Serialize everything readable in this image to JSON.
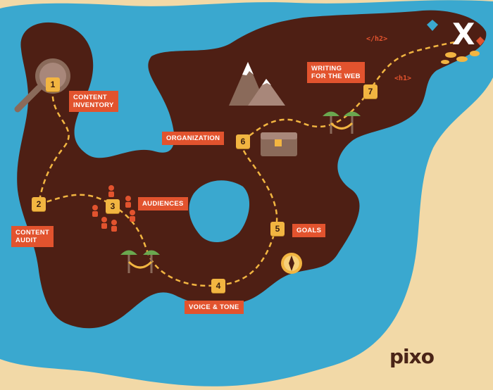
{
  "map": {
    "colors": {
      "sand": "#f2d9a7",
      "water": "#3aa8cf",
      "land": "#4e1f14",
      "path": "#f2b541",
      "label_bg": "#e2532e",
      "label_text": "#ffffff"
    },
    "steps": [
      {
        "number": "1",
        "label": "Content\nInventory"
      },
      {
        "number": "2",
        "label": "Content\nAudit"
      },
      {
        "number": "3",
        "label": "Audiences"
      },
      {
        "number": "4",
        "label": "Voice & Tone"
      },
      {
        "number": "5",
        "label": "Goals"
      },
      {
        "number": "6",
        "label": "Organization"
      },
      {
        "number": "7",
        "label": "Writing\nfor the web"
      }
    ],
    "code_tags": [
      "</h2>",
      "<h1>"
    ],
    "treasure_mark": "X",
    "icons": [
      "magnifier-icon",
      "people-icon",
      "hammock-icon",
      "compass-icon",
      "treasure-chest-icon",
      "mountain-icon",
      "gem-icon",
      "coins-icon"
    ]
  },
  "brand": {
    "logo": "pixo"
  }
}
